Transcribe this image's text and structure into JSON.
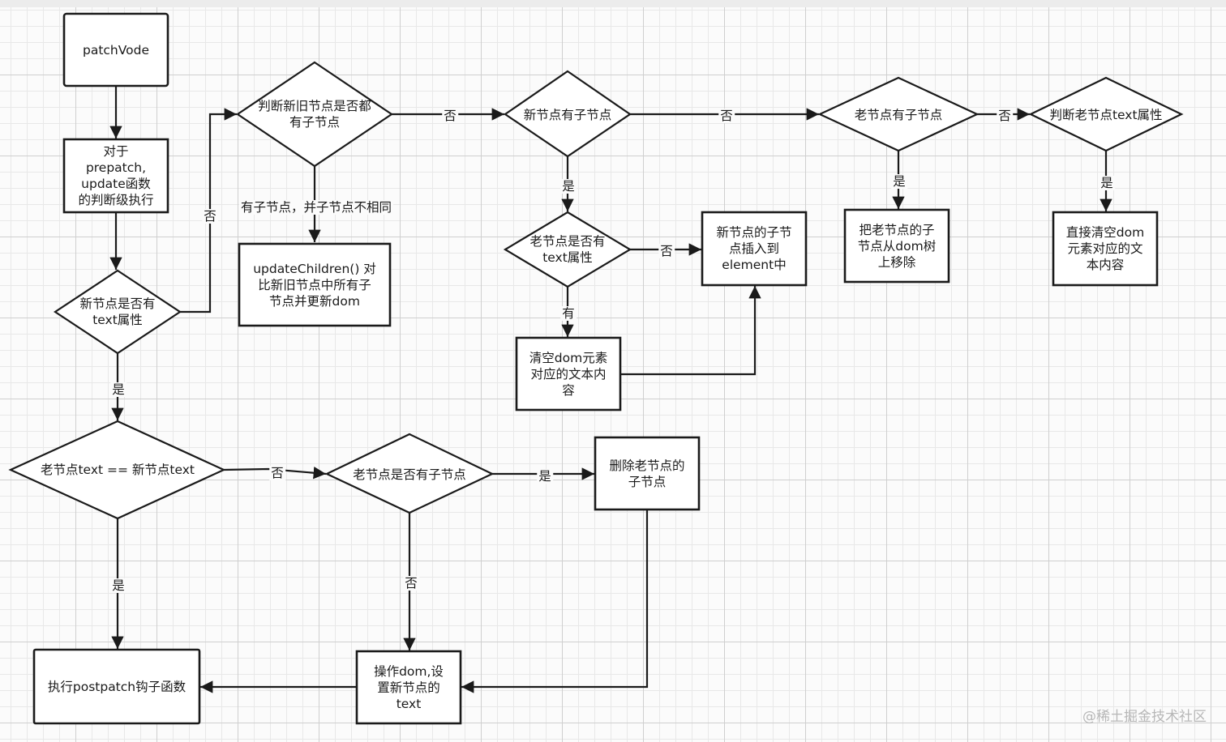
{
  "nodes": {
    "patchVode": "patchVode",
    "prepatch": "对于\nprepatch,\nupdate函数\n的判断级执行",
    "new_has_text": "新节点是否有\ntext属性",
    "both_children": "判断新旧节点是否都\n有子节点",
    "update_children": "updateChildren() 对\n比新旧节点中所有子\n节点并更新dom",
    "new_has_children": "新节点有子节点",
    "old_has_text": "老节点是否有\ntext属性",
    "insert_children": "新节点的子节\n点插入到\nelement中",
    "clear_text": "清空dom元素\n对应的文本内\n容",
    "old_has_children": "老节点有子节点",
    "remove_old_children": "把老节点的子\n节点从dom树\n上移除",
    "check_old_text": "判断老节点text属性",
    "clear_dom_text": "直接清空dom\n元素对应的文\n本内容",
    "text_equal": "老节点text == 新节点text",
    "old_has_children2": "老节点是否有子节点",
    "delete_old_children": "删除老节点的\n子节点",
    "set_text": "操作dom,设\n置新节点的\ntext",
    "postpatch": "执行postpatch钩子函数"
  },
  "edge_labels": {
    "no_to_both": "否",
    "both_no": "否",
    "has_children_differ": "有子节点，并子节点不相同",
    "new_children_no": "否",
    "new_children_yes": "是",
    "old_text_no": "否",
    "old_text_yes": "有",
    "old_children_no": "否",
    "old_children_yes": "是",
    "check_text_yes": "是",
    "new_text_yes": "是",
    "text_equal_no": "否",
    "old_children2_yes": "是",
    "old_children2_no": "否",
    "text_equal_yes": "是"
  },
  "watermark": "@稀土掘金技术社区"
}
